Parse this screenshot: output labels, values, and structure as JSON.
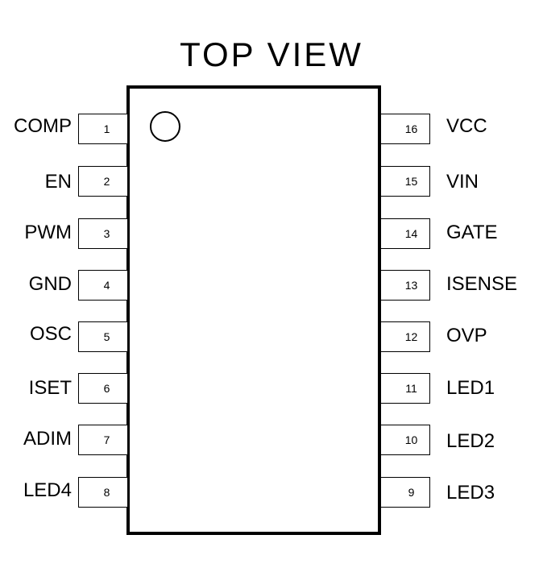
{
  "title": "TOP VIEW",
  "left_pins": [
    {
      "number": "1",
      "label": "COMP"
    },
    {
      "number": "2",
      "label": "EN"
    },
    {
      "number": "3",
      "label": "PWM"
    },
    {
      "number": "4",
      "label": "GND"
    },
    {
      "number": "5",
      "label": "OSC"
    },
    {
      "number": "6",
      "label": "ISET"
    },
    {
      "number": "7",
      "label": "ADIM"
    },
    {
      "number": "8",
      "label": "LED4"
    }
  ],
  "right_pins": [
    {
      "number": "16",
      "label": "VCC"
    },
    {
      "number": "15",
      "label": "VIN"
    },
    {
      "number": "14",
      "label": "GATE"
    },
    {
      "number": "13",
      "label": "ISENSE"
    },
    {
      "number": "12",
      "label": "OVP"
    },
    {
      "number": "11",
      "label": "LED1"
    },
    {
      "number": "10",
      "label": "LED2"
    },
    {
      "number": "9",
      "label": "LED3"
    }
  ]
}
